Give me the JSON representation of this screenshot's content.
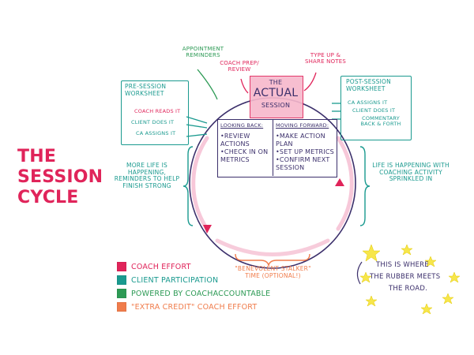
{
  "colors": {
    "coach_effort": "#e0245a",
    "client_participation": "#1a9a8f",
    "powered_by": "#2d9a55",
    "extra_credit": "#f07c4b",
    "ink": "#3b2f6b",
    "highlight": "#f7e64a"
  },
  "title": {
    "line1": "The",
    "line2": "Session",
    "line3": "Cycle"
  },
  "top": {
    "appointment_reminders": "Appointment Reminders",
    "coach_prep": "Coach Prep/ Review",
    "type_up": "Type up & Share Notes"
  },
  "center": {
    "title_line1": "The",
    "title_line2": "Actual",
    "title_line3": "Session",
    "looking_back_header": "Looking Back:",
    "looking_back_items": [
      "•Review Actions",
      "•Check in on Metrics"
    ],
    "moving_forward_header": "Moving Forward:",
    "moving_forward_items": [
      "•Make Action Plan",
      "•Set up Metrics",
      "•Confirm Next Session"
    ]
  },
  "pre_session": {
    "title": "Pre-Session Worksheet",
    "items": [
      "Coach Reads It",
      "Client Does It",
      "CA Assigns It"
    ]
  },
  "post_session": {
    "title": "Post-Session Worksheet",
    "items": [
      "CA Assigns It",
      "Client Does It",
      "Commentary Back & Forth"
    ]
  },
  "left_note": "More Life is happening, reminders to help finish strong",
  "right_note": "Life is Happening with Coaching Activity Sprinkled in",
  "bottom_note": "\"Benevolent Stalker\" time (optional!)",
  "callout": {
    "line1": "This is where",
    "line2": "the rubber meets",
    "line3": "the road."
  },
  "legend": [
    {
      "label": "Coach effort",
      "color": "#e0245a"
    },
    {
      "label": "Client participation",
      "color": "#1a9a8f"
    },
    {
      "label": "Powered by CoachAccountable",
      "color": "#2d9a55"
    },
    {
      "label": "\"Extra credit\" coach effort",
      "color": "#f07c4b"
    }
  ]
}
